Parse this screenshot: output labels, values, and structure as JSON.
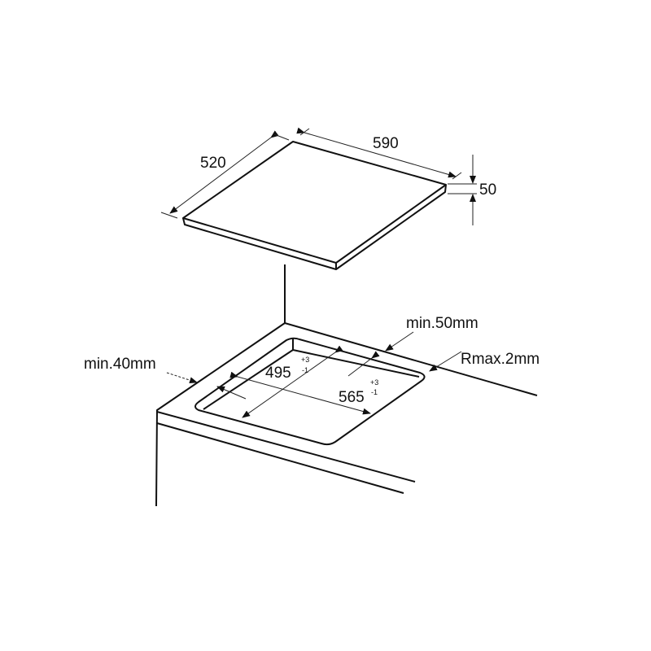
{
  "hob": {
    "depth_label": "520",
    "width_label": "590",
    "height_label": "50"
  },
  "cutout": {
    "depth": {
      "value": "495",
      "tol_plus": "+3",
      "tol_minus": "-1"
    },
    "width": {
      "value": "565",
      "tol_plus": "+3",
      "tol_minus": "-1"
    },
    "min_back": "min.50mm",
    "min_front": "min.40mm",
    "corner_radius": "Rmax.2mm"
  },
  "colors": {
    "line": "#111111",
    "background": "#ffffff"
  }
}
